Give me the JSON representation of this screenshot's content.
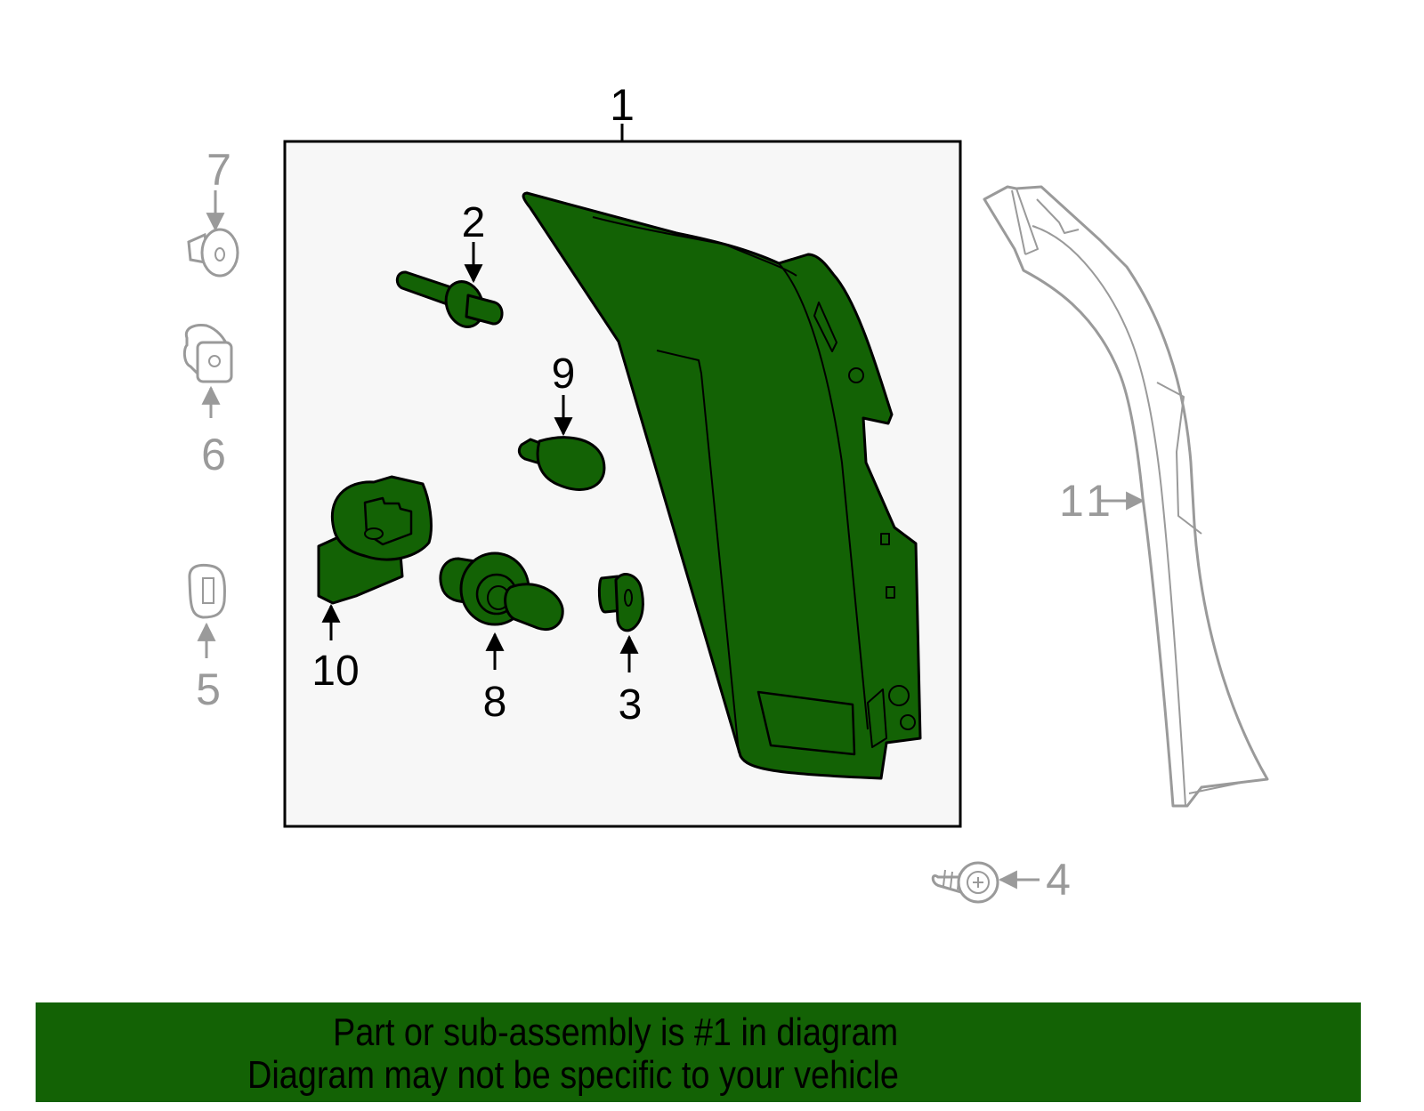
{
  "diagram": {
    "colors": {
      "assembly_fill": "#136205",
      "assembly_stroke": "#000000",
      "box_fill": "#f7f7f7",
      "box_stroke": "#000000",
      "external_part_stroke": "#9a9a9a",
      "external_label": "#9a9a9a",
      "banner_bg": "#136205"
    },
    "callouts": {
      "c1": "1",
      "c2": "2",
      "c3": "3",
      "c4": "4",
      "c5": "5",
      "c6": "6",
      "c7": "7",
      "c8": "8",
      "c9": "9",
      "c10": "10",
      "c11": "11"
    },
    "parts": [
      {
        "number": "1",
        "name": "tail-lamp-assembly",
        "highlighted": true
      },
      {
        "number": "2",
        "name": "bulb-socket-wedge",
        "highlighted": true
      },
      {
        "number": "3",
        "name": "grommet",
        "highlighted": true
      },
      {
        "number": "4",
        "name": "screw",
        "highlighted": false
      },
      {
        "number": "5",
        "name": "clip",
        "highlighted": false
      },
      {
        "number": "6",
        "name": "nut-clip",
        "highlighted": false
      },
      {
        "number": "7",
        "name": "push-pin-retainer",
        "highlighted": false
      },
      {
        "number": "8",
        "name": "bulb-socket",
        "highlighted": true
      },
      {
        "number": "9",
        "name": "bulb",
        "highlighted": true
      },
      {
        "number": "10",
        "name": "socket-connector",
        "highlighted": true
      },
      {
        "number": "11",
        "name": "pillar-trim-panel",
        "highlighted": false
      }
    ]
  },
  "banner": {
    "line1": "Part or sub-assembly is #1 in diagram",
    "line2": "Diagram may not be specific to your vehicle"
  }
}
